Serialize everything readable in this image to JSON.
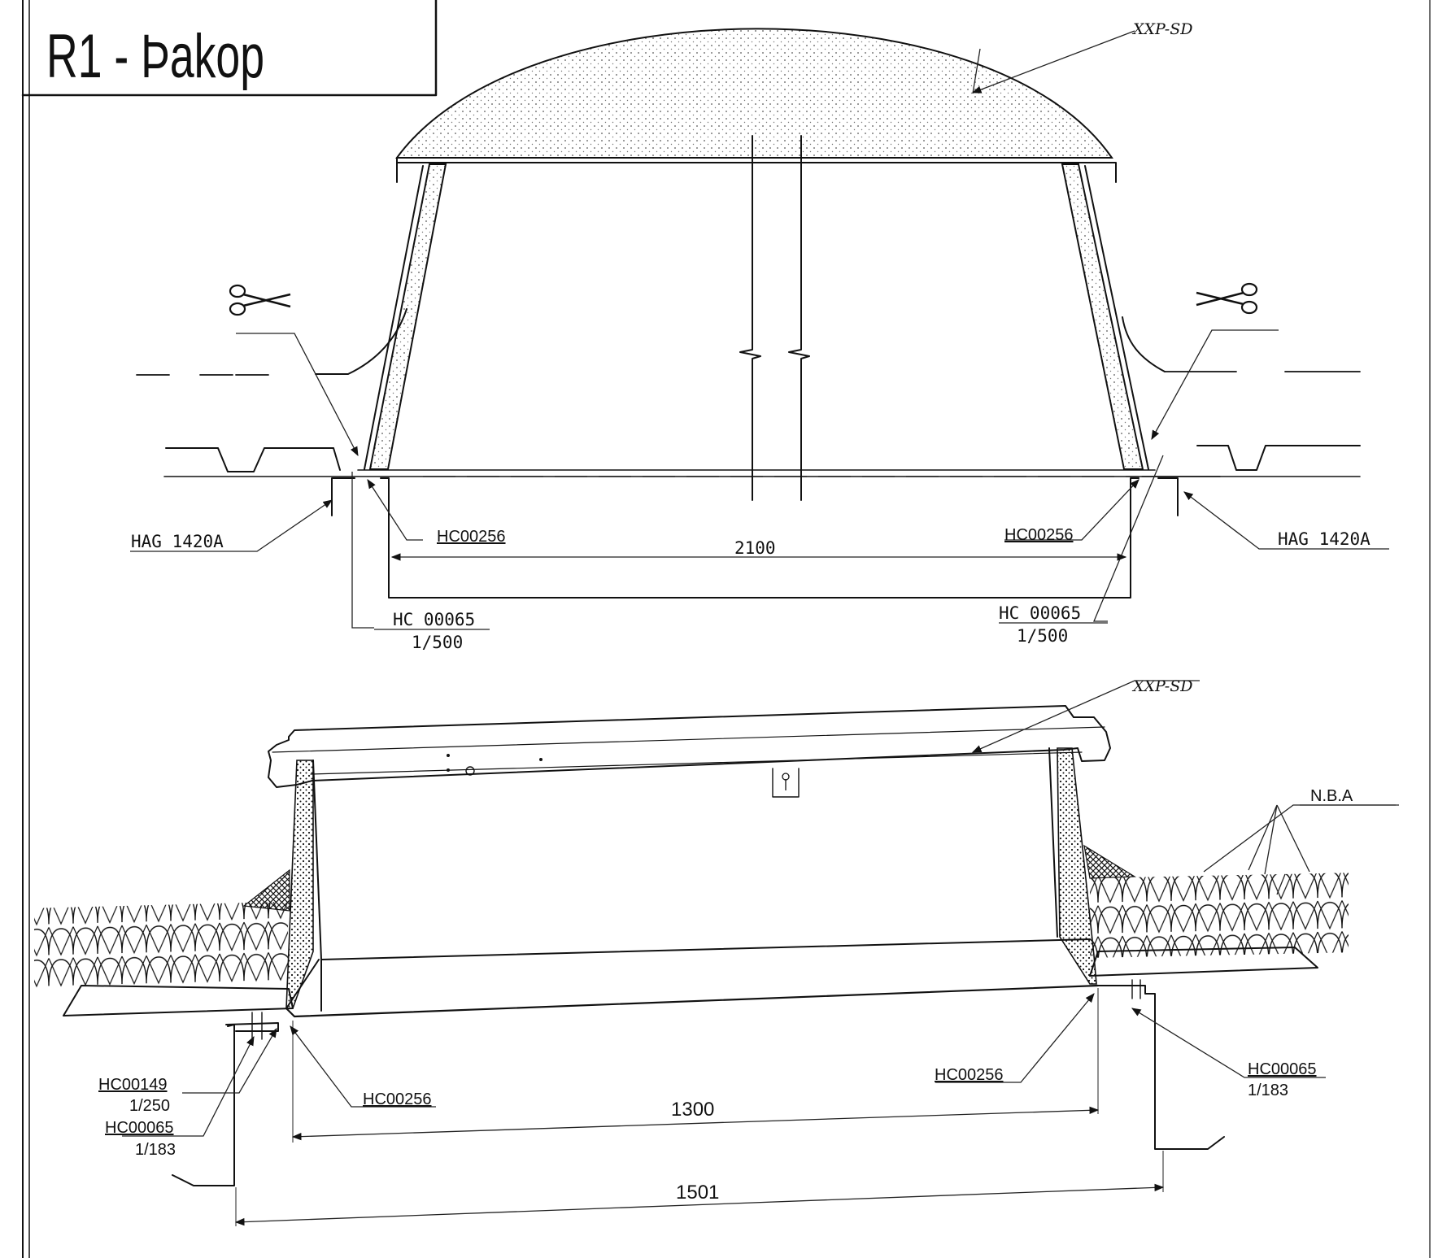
{
  "title": "R1 - Þakop",
  "top_section": {
    "dome_label": "XXP-SD",
    "left_flashing_label": "HAG 1420A",
    "right_flashing_label": "HAG 1420A",
    "left_profile_label": "HC00256",
    "right_profile_label": "HC00256",
    "dimension": "2100",
    "left_fastener_code": "HC 00065",
    "left_fastener_ratio": "1/500",
    "right_fastener_code": "HC 00065",
    "right_fastener_ratio": "1/500"
  },
  "bottom_section": {
    "hatch_label": "XXP-SD",
    "insulation_label": "N.B.A",
    "left_profile_label": "HC00256",
    "right_profile_label": "HC00256",
    "left_fastener1_code": "HC00149",
    "left_fastener1_ratio": "1/250",
    "left_fastener2_code": "HC00065",
    "left_fastener2_ratio": "1/183",
    "right_fastener_code": "HC00065",
    "right_fastener_ratio": "1/183",
    "inner_dimension": "1300",
    "outer_dimension": "1501"
  }
}
